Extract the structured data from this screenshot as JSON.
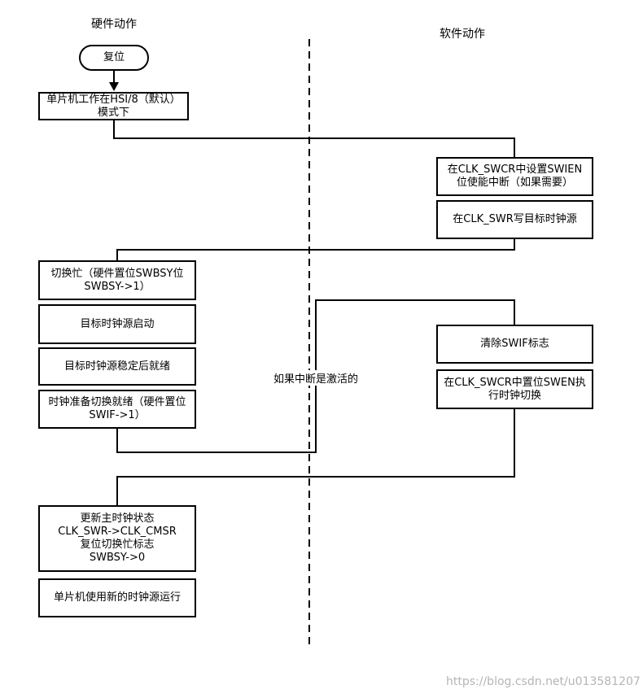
{
  "headings": {
    "hardware": "硬件动作",
    "software": "软件动作"
  },
  "nodes": {
    "reset": "复位",
    "mcu_hsi": "单片机工作在HSI/8（默认）模式下",
    "set_swien": "在CLK_SWCR中设置SWIEN位使能中断（如果需要）",
    "write_swr": "在CLK_SWR写目标时钟源",
    "switch_busy": "切换忙（硬件置位SWBSY位SWBSY->1）",
    "target_start": "目标时钟源启动",
    "target_stable": "目标时钟源稳定后就绪",
    "clock_ready": "时钟准备切换就绪（硬件置位SWIF->1）",
    "clear_swif": "清除SWIF标志",
    "set_swen": "在CLK_SWCR中置位SWEN执行时钟切换",
    "update_main_l1": "更新主时钟状态",
    "update_main_l2": "CLK_SWR->CLK_CMSR",
    "update_main_l3": "复位切换忙标志",
    "update_main_l4": "SWBSY->0",
    "mcu_new": "单片机使用新的时钟源运行"
  },
  "annotation": "如果中断是激活的",
  "watermark": "https://blog.csdn.net/u013581207"
}
